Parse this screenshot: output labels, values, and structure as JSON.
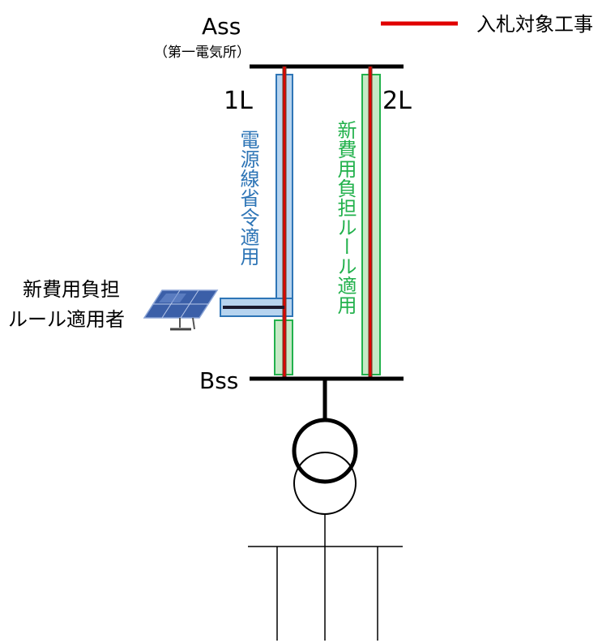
{
  "legend": {
    "label": "入札対象工事",
    "line_color": "#e00000"
  },
  "substation_a": {
    "name": "Ass",
    "sub_name": "（第一電気所）"
  },
  "substation_b": {
    "name": "Bss"
  },
  "line_1": {
    "label": "1L",
    "ordinance_zone_text": "電源線省令適用"
  },
  "line_2": {
    "label": "2L",
    "rule_zone_text": "新費用負担ルール適用"
  },
  "generator": {
    "label_line1": "新費用負担",
    "label_line2": "ルール適用者",
    "icon": "solar-panel-icon"
  },
  "colors": {
    "blue_zone_fill": "#b7d4ef",
    "blue_zone_border": "#2e75b6",
    "green_zone_fill": "#c6e9c6",
    "green_zone_border": "#22b14c",
    "bus": "#000000",
    "conductor_brown": "#8b2d1e"
  }
}
